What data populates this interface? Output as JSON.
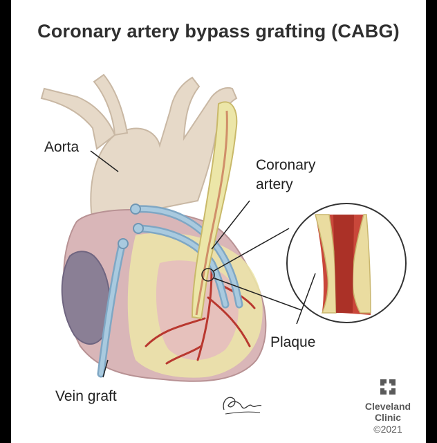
{
  "title": "Coronary artery bypass grafting (CABG)",
  "labels": {
    "aorta": "Aorta",
    "coronary_artery_line1": "Coronary",
    "coronary_artery_line2": "artery",
    "plaque": "Plaque",
    "vein_graft": "Vein graft"
  },
  "logo": {
    "line1": "Cleveland",
    "line2": "Clinic",
    "copyright": "©2021"
  },
  "colors": {
    "aorta": "#e6d9c8",
    "heart_muscle": "#d9b6b8",
    "fat": "#ece6a8",
    "vein_graft": "#9fc1d8",
    "artery_red": "#b9382f",
    "plaque": "#eadca0"
  }
}
